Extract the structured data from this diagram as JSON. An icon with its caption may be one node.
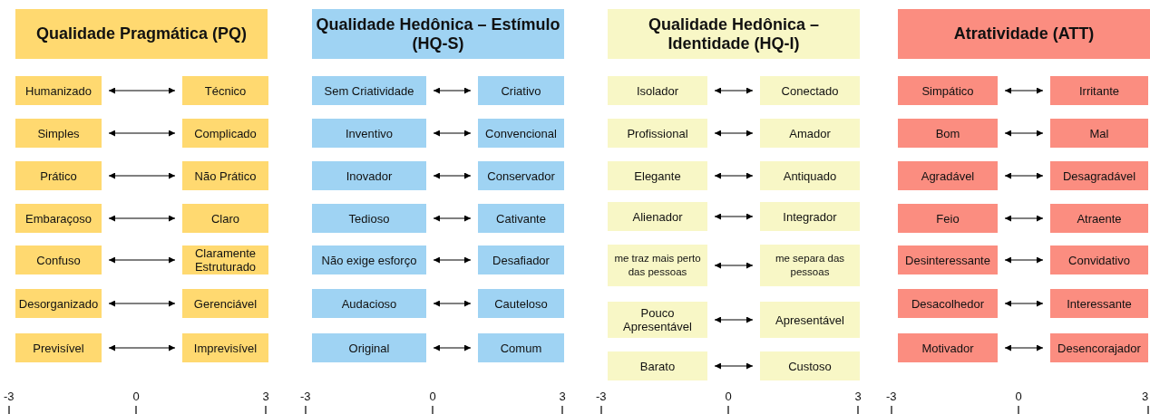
{
  "diagram": {
    "nodes": [
      {
        "text": [
          "Qualidade Pragmática (PQ)"
        ]
      },
      {
        "text": [
          "Humanizado"
        ]
      },
      {
        "text": [
          "Técnico"
        ]
      },
      {
        "text": [
          "Simples"
        ]
      },
      {
        "text": [
          "Complicado"
        ]
      },
      {
        "text": [
          "Prático"
        ]
      },
      {
        "text": [
          "Não Prático"
        ]
      },
      {
        "text": [
          "Embaraçoso"
        ]
      },
      {
        "text": [
          "Claro"
        ]
      },
      {
        "text": [
          "Confuso"
        ]
      },
      {
        "text": [
          "Claramente Estruturado"
        ]
      },
      {
        "text": [
          "Desorganizado"
        ]
      },
      {
        "text": [
          "Gerenciável"
        ]
      },
      {
        "text": [
          "Previsível"
        ]
      },
      {
        "text": [
          "Imprevisível"
        ]
      },
      {
        "text": [
          "Qualidade Hedônica – Estímulo (HQ-S)"
        ]
      },
      {
        "text": [
          "Sem Criatividade"
        ]
      },
      {
        "text": [
          "Criativo"
        ]
      },
      {
        "text": [
          "Inventivo"
        ]
      },
      {
        "text": [
          "Convencional"
        ]
      },
      {
        "text": [
          "Inovador"
        ]
      },
      {
        "text": [
          "Conservador"
        ]
      },
      {
        "text": [
          "Tedioso"
        ]
      },
      {
        "text": [
          "Cativante"
        ]
      },
      {
        "text": [
          "Não exige esforço"
        ]
      },
      {
        "text": [
          "Desafiador"
        ]
      },
      {
        "text": [
          "Audacioso"
        ]
      },
      {
        "text": [
          "Cauteloso"
        ]
      },
      {
        "text": [
          "Original"
        ]
      },
      {
        "text": [
          "Comum"
        ]
      },
      {
        "text": [
          "Qualidade Hedônica – Identidade (HQ-I)"
        ]
      },
      {
        "text": [
          "Isolador"
        ]
      },
      {
        "text": [
          "Conectado"
        ]
      },
      {
        "text": [
          "Profissional"
        ]
      },
      {
        "text": [
          "Amador"
        ]
      },
      {
        "text": [
          "Elegante"
        ]
      },
      {
        "text": [
          "Antiquado"
        ]
      },
      {
        "text": [
          "Alienador"
        ]
      },
      {
        "text": [
          "Integrador"
        ]
      },
      {
        "text": [
          "me traz mais perto das pessoas"
        ]
      },
      {
        "text": [
          "me separa das pessoas"
        ]
      },
      {
        "text": [
          "Pouco Apresentável"
        ]
      },
      {
        "text": [
          "Apresentável"
        ]
      },
      {
        "text": [
          "Barato"
        ]
      },
      {
        "text": [
          "Custoso"
        ]
      },
      {
        "text": [
          "Atratividade (ATT)"
        ]
      },
      {
        "text": [
          "Simpático"
        ]
      },
      {
        "text": [
          "Irritante"
        ]
      },
      {
        "text": [
          "Bom"
        ]
      },
      {
        "text": [
          "Mal"
        ]
      },
      {
        "text": [
          "Agradável"
        ]
      },
      {
        "text": [
          "Desagradável"
        ]
      },
      {
        "text": [
          "Feio"
        ]
      },
      {
        "text": [
          "Atraente"
        ]
      },
      {
        "text": [
          "Desinteressante"
        ]
      },
      {
        "text": [
          "Convidativo"
        ]
      },
      {
        "text": [
          "Desacolhedor"
        ]
      },
      {
        "text": [
          "Interessante"
        ]
      },
      {
        "text": [
          "Motivador"
        ]
      },
      {
        "text": [
          "Desencorajador"
        ]
      }
    ],
    "edges": [
      {
        "from": 1,
        "to": 2,
        "arrow": "both"
      },
      {
        "from": 3,
        "to": 4,
        "arrow": "both"
      },
      {
        "from": 5,
        "to": 6,
        "arrow": "both"
      },
      {
        "from": 7,
        "to": 8,
        "arrow": "both"
      },
      {
        "from": 9,
        "to": 10,
        "arrow": "both"
      },
      {
        "from": 11,
        "to": 12,
        "arrow": "both"
      },
      {
        "from": 13,
        "to": 14,
        "arrow": "both"
      },
      {
        "from": 16,
        "to": 17,
        "arrow": "both"
      },
      {
        "from": 18,
        "to": 19,
        "arrow": "both"
      },
      {
        "from": 20,
        "to": 21,
        "arrow": "both"
      },
      {
        "from": 22,
        "to": 23,
        "arrow": "both"
      },
      {
        "from": 24,
        "to": 25,
        "arrow": "both"
      },
      {
        "from": 26,
        "to": 27,
        "arrow": "both"
      },
      {
        "from": 28,
        "to": 29,
        "arrow": "both"
      },
      {
        "from": 31,
        "to": 32,
        "arrow": "both"
      },
      {
        "from": 33,
        "to": 34,
        "arrow": "both"
      },
      {
        "from": 35,
        "to": 36,
        "arrow": "both"
      },
      {
        "from": 37,
        "to": 38,
        "arrow": "both"
      },
      {
        "from": 39,
        "to": 40,
        "arrow": "both"
      },
      {
        "from": 41,
        "to": 42,
        "arrow": "both"
      },
      {
        "from": 43,
        "to": 44,
        "arrow": "both"
      },
      {
        "from": 46,
        "to": 47,
        "arrow": "both"
      },
      {
        "from": 48,
        "to": 49,
        "arrow": "both"
      },
      {
        "from": 50,
        "to": 51,
        "arrow": "both"
      },
      {
        "from": 52,
        "to": 53,
        "arrow": "both"
      },
      {
        "from": 54,
        "to": 55,
        "arrow": "both"
      },
      {
        "from": 56,
        "to": 57,
        "arrow": "both"
      },
      {
        "from": 58,
        "to": 59,
        "arrow": "both"
      }
    ],
    "labels": [
      "-3",
      "0",
      "3",
      "-3",
      "0",
      "3",
      "-3",
      "0",
      "3",
      "-3",
      "0",
      "3"
    ]
  }
}
